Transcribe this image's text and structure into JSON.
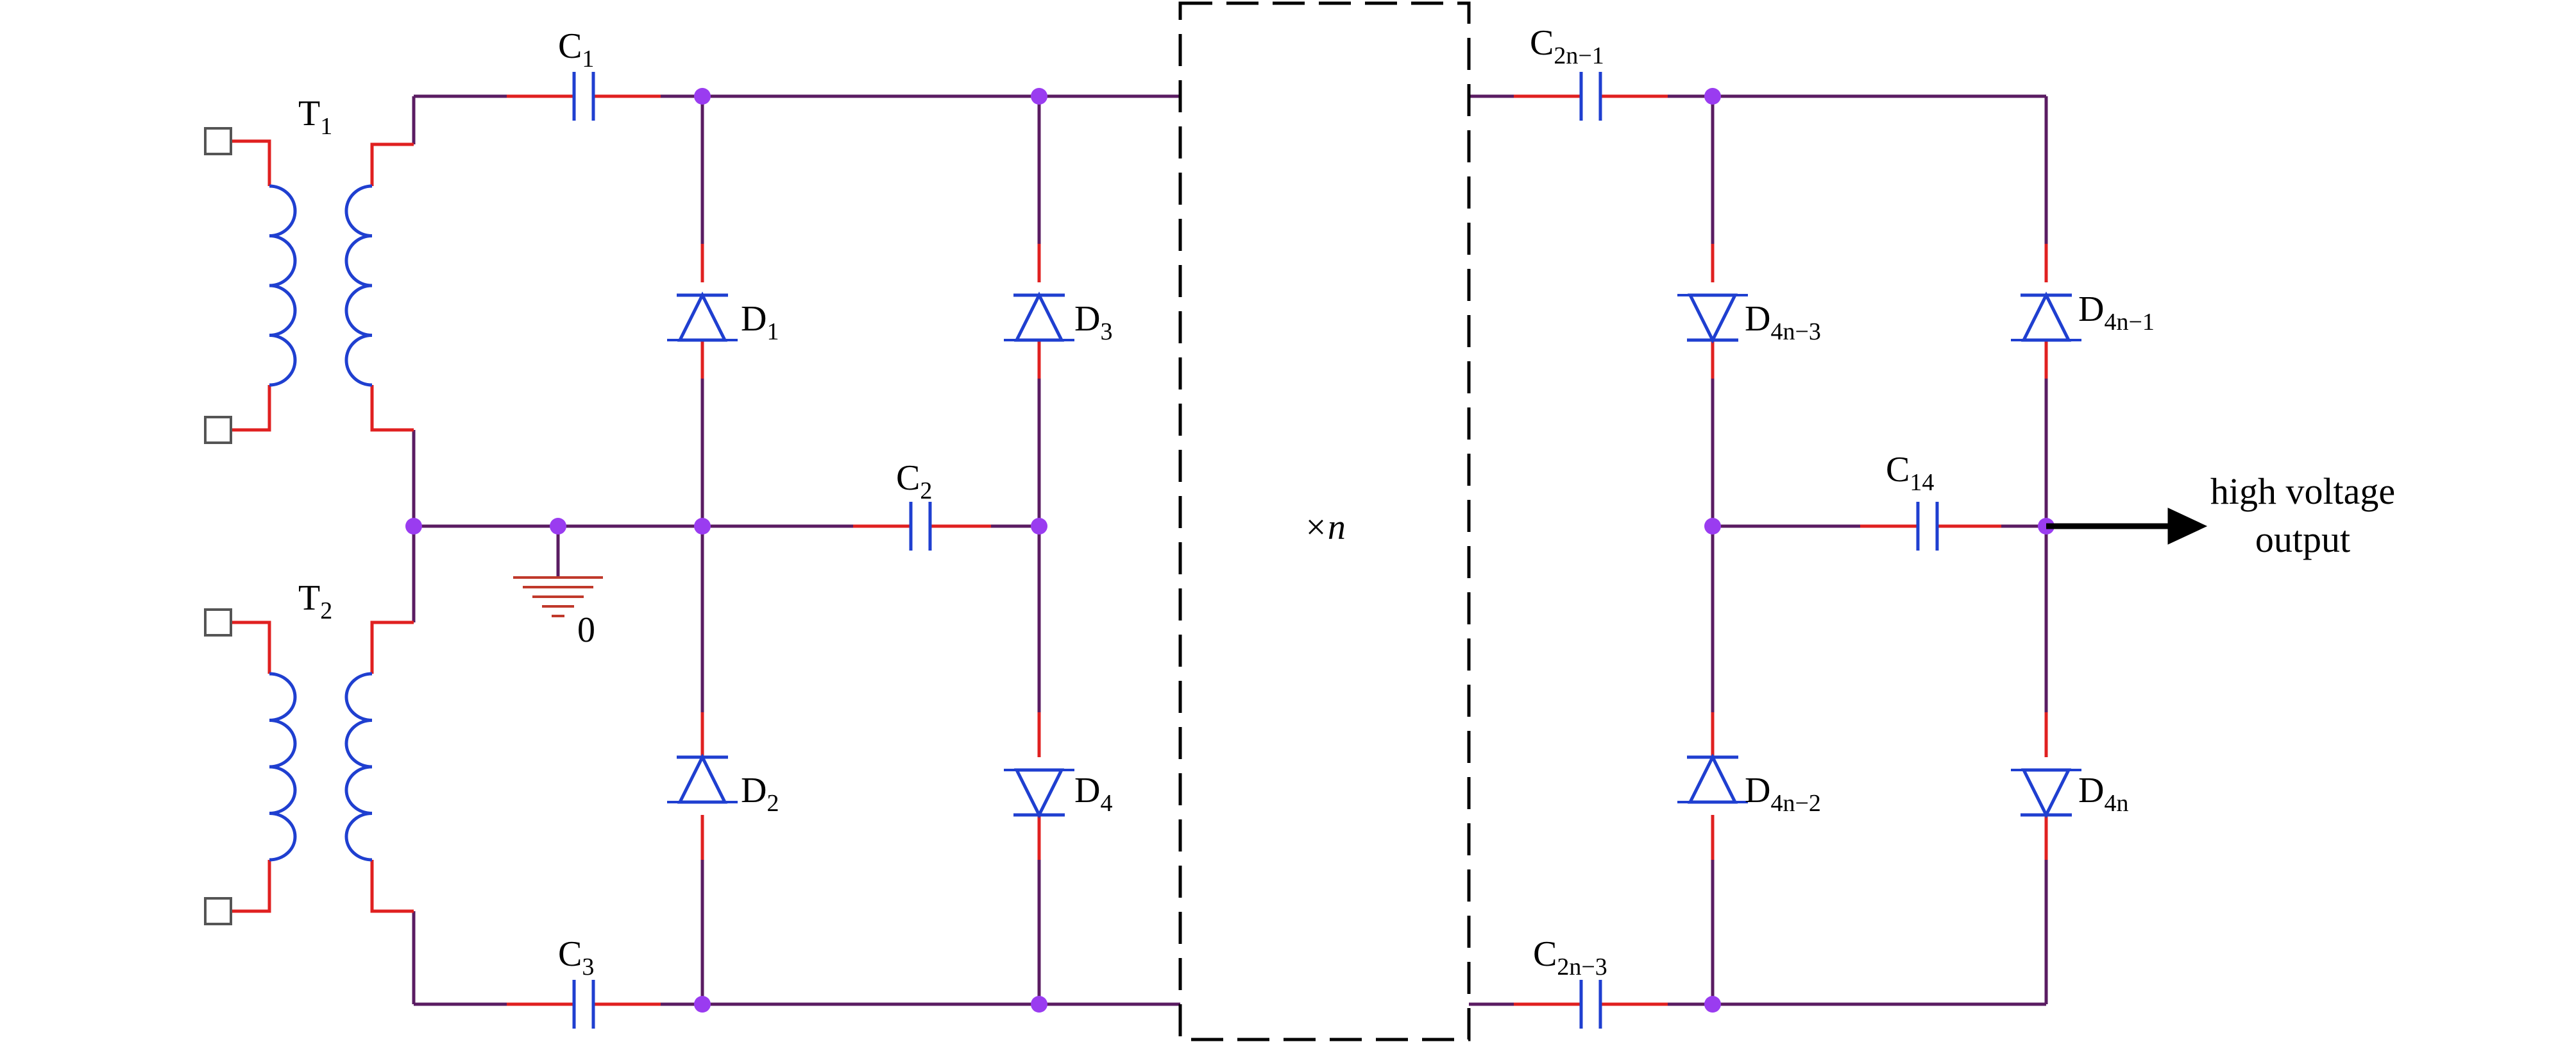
{
  "colors": {
    "wire": "#5a1c62",
    "lead": "#e02020",
    "component": "#1f3fd0",
    "node": "#9a3cf0",
    "ground": "#c0392b",
    "frame": "#000000"
  },
  "labels": {
    "t1": {
      "main": "T",
      "sub": "1"
    },
    "t2": {
      "main": "T",
      "sub": "2"
    },
    "c1": {
      "main": "C",
      "sub": "1"
    },
    "c2": {
      "main": "C",
      "sub": "2"
    },
    "c3": {
      "main": "C",
      "sub": "3"
    },
    "c2n1": {
      "main": "C",
      "sub": "2n−1"
    },
    "c2n3": {
      "main": "C",
      "sub": "2n−3"
    },
    "c14": {
      "main": "C",
      "sub": "14"
    },
    "d1": {
      "main": "D",
      "sub": "1"
    },
    "d2": {
      "main": "D",
      "sub": "2"
    },
    "d3": {
      "main": "D",
      "sub": "3"
    },
    "d4": {
      "main": "D",
      "sub": "4"
    },
    "d4n3": {
      "main": "D",
      "sub": "4n−3"
    },
    "d4n2": {
      "main": "D",
      "sub": "4n−2"
    },
    "d4n1": {
      "main": "D",
      "sub": "4n−1"
    },
    "d4n": {
      "main": "D",
      "sub": "4n"
    },
    "ground": "0",
    "repeat": "×n",
    "output_line1": "high voltage",
    "output_line2": "output"
  },
  "icons": {
    "transformer": "transformer-coil-icon",
    "capacitor": "capacitor-icon",
    "diode": "diode-icon",
    "ground": "ground-icon",
    "terminal": "terminal-square-icon",
    "arrow": "output-arrow-icon"
  }
}
